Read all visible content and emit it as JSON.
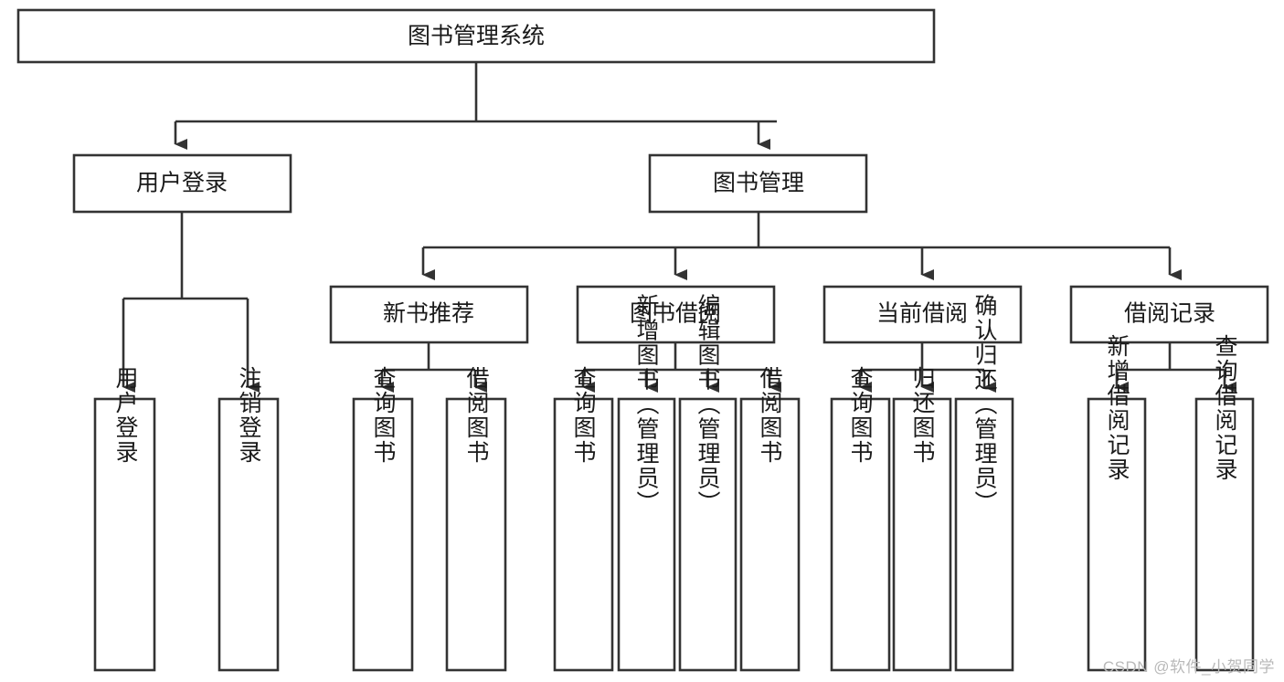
{
  "diagram": {
    "type": "tree-hierarchy",
    "root": {
      "id": "root",
      "label": "图书管理系统"
    },
    "level2": [
      {
        "id": "user-login",
        "label": "用户登录"
      },
      {
        "id": "book-manage",
        "label": "图书管理"
      }
    ],
    "level3": [
      {
        "id": "new-book-recommend",
        "label": "新书推荐",
        "parent": "book-manage"
      },
      {
        "id": "book-borrow",
        "label": "图书借阅",
        "parent": "book-manage"
      },
      {
        "id": "current-borrow",
        "label": "当前借阅",
        "parent": "book-manage"
      },
      {
        "id": "borrow-record",
        "label": "借阅记录",
        "parent": "book-manage"
      }
    ],
    "leaves": {
      "user-login": [
        {
          "id": "leaf-user-login",
          "label": "用户登录"
        },
        {
          "id": "leaf-user-logout",
          "label": "注销登录"
        }
      ],
      "new-book-recommend": [
        {
          "id": "leaf-query-book-1",
          "label": "查询图书"
        },
        {
          "id": "leaf-borrow-book-1",
          "label": "借阅图书"
        }
      ],
      "book-borrow": [
        {
          "id": "leaf-query-book-2",
          "label": "查询图书"
        },
        {
          "id": "leaf-add-book",
          "label": "新增图书（管理员）"
        },
        {
          "id": "leaf-edit-book",
          "label": "编辑图书（管理员）"
        },
        {
          "id": "leaf-borrow-book-2",
          "label": "借阅图书"
        }
      ],
      "current-borrow": [
        {
          "id": "leaf-query-book-3",
          "label": "查询图书"
        },
        {
          "id": "leaf-return-book",
          "label": "归还图书"
        },
        {
          "id": "leaf-confirm-return",
          "label": "确认归还（管理员）"
        }
      ],
      "borrow-record": [
        {
          "id": "leaf-add-record",
          "label": "新增借阅记录"
        },
        {
          "id": "leaf-query-record",
          "label": "查询借阅记录"
        }
      ]
    }
  },
  "watermark": {
    "text": "CSDN @软件_小贺同学"
  },
  "colors": {
    "stroke": "#333333",
    "box_fill": "#ffffff",
    "text": "#1a1a1a",
    "watermark": "#b9b9b9",
    "background": "#ffffff"
  }
}
